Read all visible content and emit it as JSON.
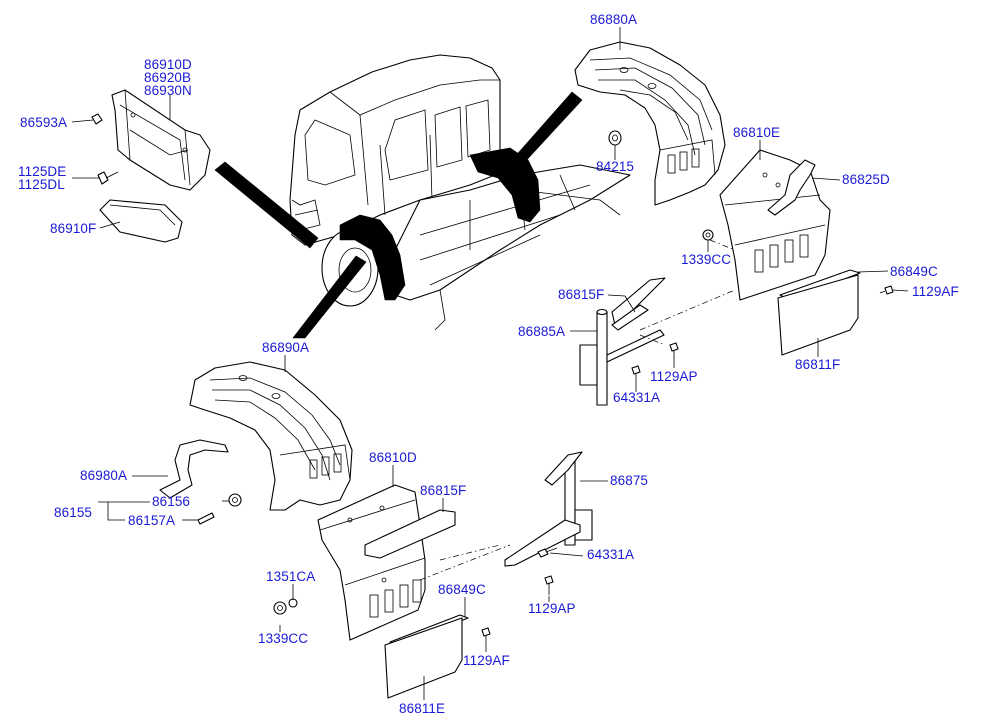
{
  "accent_color": "#1a1ad4",
  "line_color": "#000000",
  "part_labels": [
    "86880A",
    "86910D",
    "86920B",
    "86930N",
    "86593A",
    "84215",
    "86810E",
    "86825D",
    "1125DE",
    "1125DL",
    "86910F",
    "1339CC",
    "86849C",
    "1129AF",
    "86815F",
    "86885A",
    "86811F",
    "1129AP",
    "86890A",
    "64331A",
    "86980A",
    "86810D",
    "86815F",
    "86156",
    "86155",
    "86157A",
    "86875",
    "64331A",
    "1351CA",
    "86849C",
    "1129AP",
    "1339CC",
    "1129AF",
    "86811E"
  ]
}
